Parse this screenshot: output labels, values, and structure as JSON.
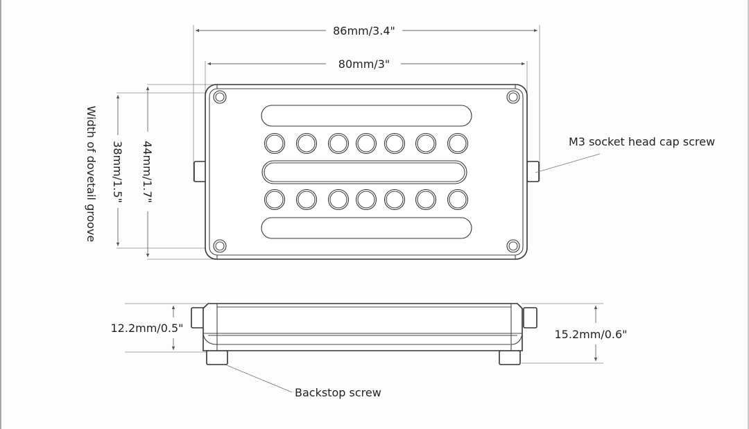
{
  "title": "Dovetail clamp dimension drawing",
  "colors": {
    "line": "#333333",
    "dimension": "#666666",
    "text": "#222222",
    "background": "#fdfdfd"
  },
  "top_view": {
    "overall_width": "86mm/3.4\"",
    "body_width": "80mm/3\"",
    "overall_height": "44mm/1.7\"",
    "groove_height": "38mm/1.5\"",
    "groove_caption": "Width of dovetail groove",
    "screw_callout": "M3 socket head cap screw",
    "hole_rows": 2,
    "holes_per_row": 7,
    "slots": 3,
    "corner_screws": 4
  },
  "side_view": {
    "body_height": "12.2mm/0.5\"",
    "total_height": "15.2mm/0.6\"",
    "backstop_callout": "Backstop screw"
  }
}
